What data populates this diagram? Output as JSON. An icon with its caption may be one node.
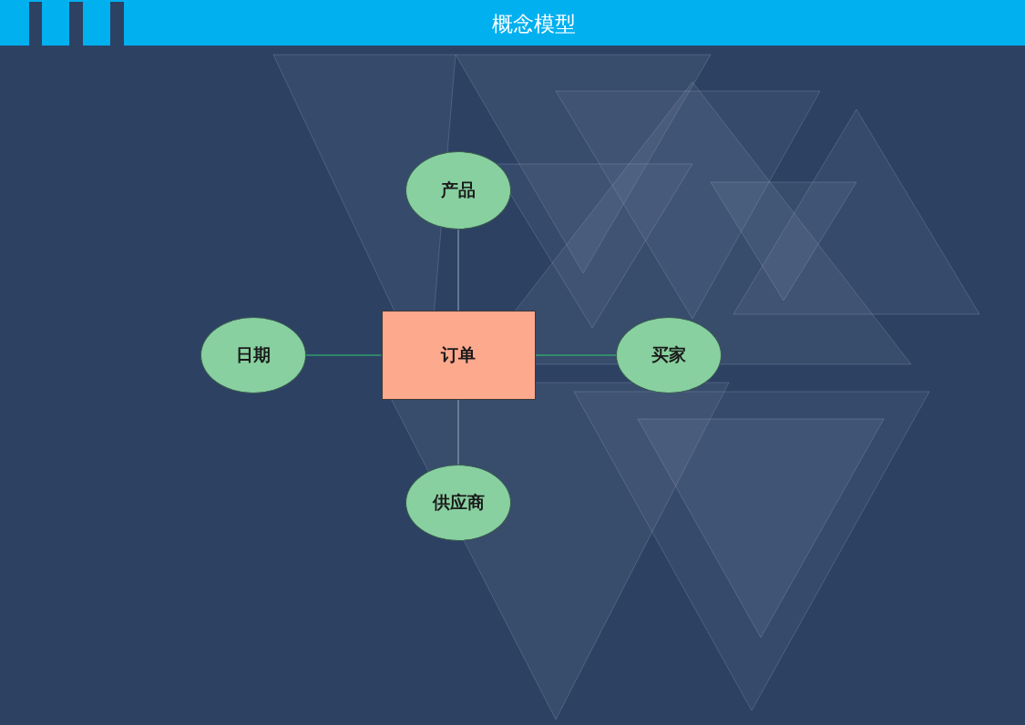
{
  "diagram": {
    "title": "概念模型",
    "nodes": [
      {
        "text": [
          "产品"
        ]
      },
      {
        "text": [
          "日期"
        ]
      },
      {
        "text": [
          "订单"
        ]
      },
      {
        "text": [
          "买家"
        ]
      },
      {
        "text": [
          "供应商"
        ]
      }
    ],
    "edges": [
      {
        "from": 2,
        "to": 0,
        "arrow": "none",
        "color": "#9aaabb"
      },
      {
        "from": 1,
        "to": 2,
        "arrow": "none",
        "color": "#2ecc71"
      },
      {
        "from": 2,
        "to": 3,
        "arrow": "none",
        "color": "#2ecc71"
      },
      {
        "from": 2,
        "to": 4,
        "arrow": "none",
        "color": "#9aaabb"
      }
    ]
  }
}
